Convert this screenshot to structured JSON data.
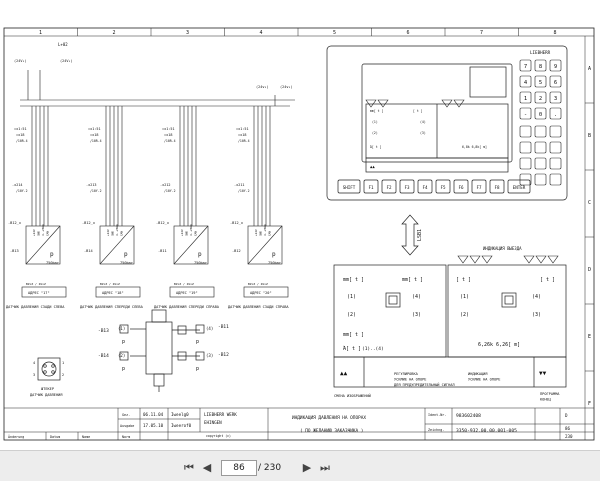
{
  "drawing": {
    "columns": [
      "1",
      "2",
      "3",
      "4",
      "5",
      "6",
      "7",
      "8"
    ],
    "rows": [
      "A",
      "B",
      "C",
      "D",
      "E",
      "F"
    ],
    "top_wires": {
      "l": "L+02",
      "v24": "(24V₃)",
      "v24b": "(24V₃)",
      "addr_a": "(24v₃)",
      "addr_b": "(24v₃)"
    },
    "connector_a": "=x1:51",
    "connector_b": "=x18",
    "connector_c": "/10R.4",
    "sensors": [
      {
        "terminal": "-x214",
        "cable": "/10Y.2",
        "tag": "-B12_x",
        "name": "-B13",
        "unit": "750bar",
        "addr": "AДPEC \"17\"",
        "bus": "BZ×Z / Zk×Z",
        "label": "ДАТЧИК ДАВЛЕНИЯ СЗАДИ СЛЕВА"
      },
      {
        "terminal": "-x213",
        "cable": "/10Y.2",
        "tag": "-B12_x",
        "name": "-B14",
        "unit": "750bar",
        "addr": "AДPEC \"18\"",
        "bus": "BZ×Z / Zk×Z",
        "label": "ДАТЧИК ДАВЛЕНИЯ СПЕРЕДИ СЛЕВА"
      },
      {
        "terminal": "-x212",
        "cable": "/10Y.2",
        "tag": "-B12_x",
        "name": "-B11",
        "unit": "750bar",
        "addr": "AДPEC \"19\"",
        "bus": "BZ×Z / Zk×Z",
        "label": "ДАТЧИК ДАВЛЕНИЯ СПЕРЕДИ СПРАВА"
      },
      {
        "terminal": "-x211",
        "cable": "/10Y.2",
        "tag": "-B12_x",
        "name": "-B12",
        "unit": "750bar",
        "addr": "AДPEC \"20\"",
        "bus": "BZ×Z / Zk×Z",
        "label": "ДАТЧИК ДАВЛЕНИЯ СЗАДИ СПРАВА"
      }
    ],
    "sensor_letter": "p",
    "pins": [
      "+24V",
      "GND",
      "4..20mA",
      "CAN"
    ],
    "cylinder": {
      "top_left": "-B13",
      "top_pin_l": "(1)",
      "top_pin_r": "(4)",
      "top_right": "-B11",
      "bot_left": "-B14",
      "bot_pin_l": "(2)",
      "bot_pin_r": "(3)",
      "bot_right": "-B12",
      "p": "p"
    },
    "plug": {
      "title": "ШТЕКЕР",
      "subtitle": "ДАТЧИК ДАВЛЕНИЯ",
      "pins": [
        "1",
        "2",
        "3",
        "4"
      ]
    }
  },
  "console": {
    "brand": "LIEBHERR",
    "screen_small": {
      "top_left": "mm[ t ]",
      "top_right": "[ t ]",
      "rows": [
        [
          "(1)",
          "(4)"
        ],
        [
          "(2)",
          "(3)"
        ]
      ],
      "bottom_left": "Ά[ t ]",
      "bottom_value": "6,8k 6,8k[ m]",
      "arrow": "▲▲"
    },
    "fkeys": [
      "SHIFT",
      "F1",
      "F2",
      "F3",
      "F4",
      "F5",
      "F6",
      "F7",
      "F8",
      "ENTER"
    ],
    "keypad": [
      "7",
      "8",
      "9",
      "4",
      "5",
      "6",
      "1",
      "2",
      "3",
      "-",
      "0",
      "."
    ]
  },
  "transfer_label": "LSB1",
  "display": {
    "title": "ИНДИКАЦИЯ ВЫЕЗДА",
    "left_title": "mm[ t ]",
    "left_title_r": "mm[ t ]",
    "rows_left": [
      [
        "(1)",
        "(4)"
      ],
      [
        "(2)",
        "(3)"
      ]
    ],
    "bottom_left": "mm[ t ]",
    "bottom_left2": "Ά[ t ]",
    "bottom_pins": "(1)..(4)",
    "right_title_l": "[ t ]",
    "right_title_r": "[ t ]",
    "rows_right": [
      [
        "(1)",
        "(4)"
      ],
      [
        "(2)",
        "(3)"
      ]
    ],
    "right_value": "6,26k  6,26[ m]"
  },
  "legend": [
    {
      "label": "СМЕНА ИЗОБРАЖЕНИЙ"
    },
    {
      "label": "РЕГУЛИРОВКА\nУСИЛИЕ НА ОПОРЕ\nДЛЯ ПРЕДУПРЕДИТЕЛЬНЫЙ СИГНАЛ"
    },
    {
      "label": "ИНДИКАЦИЯ\nУСИЛИЕ НА ОПОРЕ"
    },
    {
      "label": "ПРОГРАММА\nКОНЕЦ"
    }
  ],
  "title_block": {
    "dates": [
      "06.11.04",
      "17.05.10"
    ],
    "names": [
      "Iweelg0",
      "Iweerof0"
    ],
    "rows": [
      "Gez.",
      "Ausgabe",
      "Norm"
    ],
    "company": "LIEBHERR WERK\nEHINGEN",
    "copyright": "copyright (c)",
    "title1": "ИНДИКАЦИЯ ДАВЛЕНИЯ НА ОПОРАХ",
    "title2": "( ПО ЖЕЛАНИЮ ЗАКАЗЧИКА )",
    "ident_label": "Ident-Nr.",
    "ident": "983602408",
    "draw_label": "Zeichng.",
    "drawing_no": "3350-932.00.00.001-005",
    "sheet": "86",
    "total": "230",
    "rev": "D",
    "bottom": [
      "Änderung",
      "Datum",
      "Name"
    ]
  },
  "viewer": {
    "page_input": "86",
    "page_total": "/ 230"
  }
}
